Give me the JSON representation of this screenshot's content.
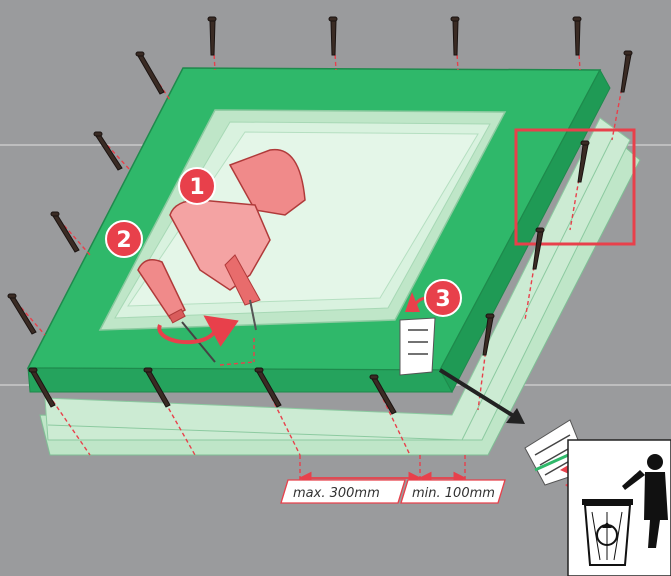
{
  "diagram": {
    "steps": [
      {
        "number": "1",
        "tool": "drill-icon"
      },
      {
        "number": "2",
        "tool": "screwdriver-icon"
      },
      {
        "number": "3",
        "action": "remove-label-icon"
      }
    ],
    "dimensions": {
      "max_spacing": "max. 300mm",
      "min_edge": "min. 100mm"
    },
    "icons": [
      "screw-icon",
      "recycling-bin-icon",
      "person-throwing-icon",
      "instruction-label-icon",
      "detail-highlight-box"
    ],
    "colors": {
      "frame_green": "#2fb86a",
      "frame_green_dark": "#1e8a4c",
      "glass_light": "#d9f2df",
      "accent_red": "#e8404b",
      "background_gray": "#9a9b9d"
    }
  }
}
